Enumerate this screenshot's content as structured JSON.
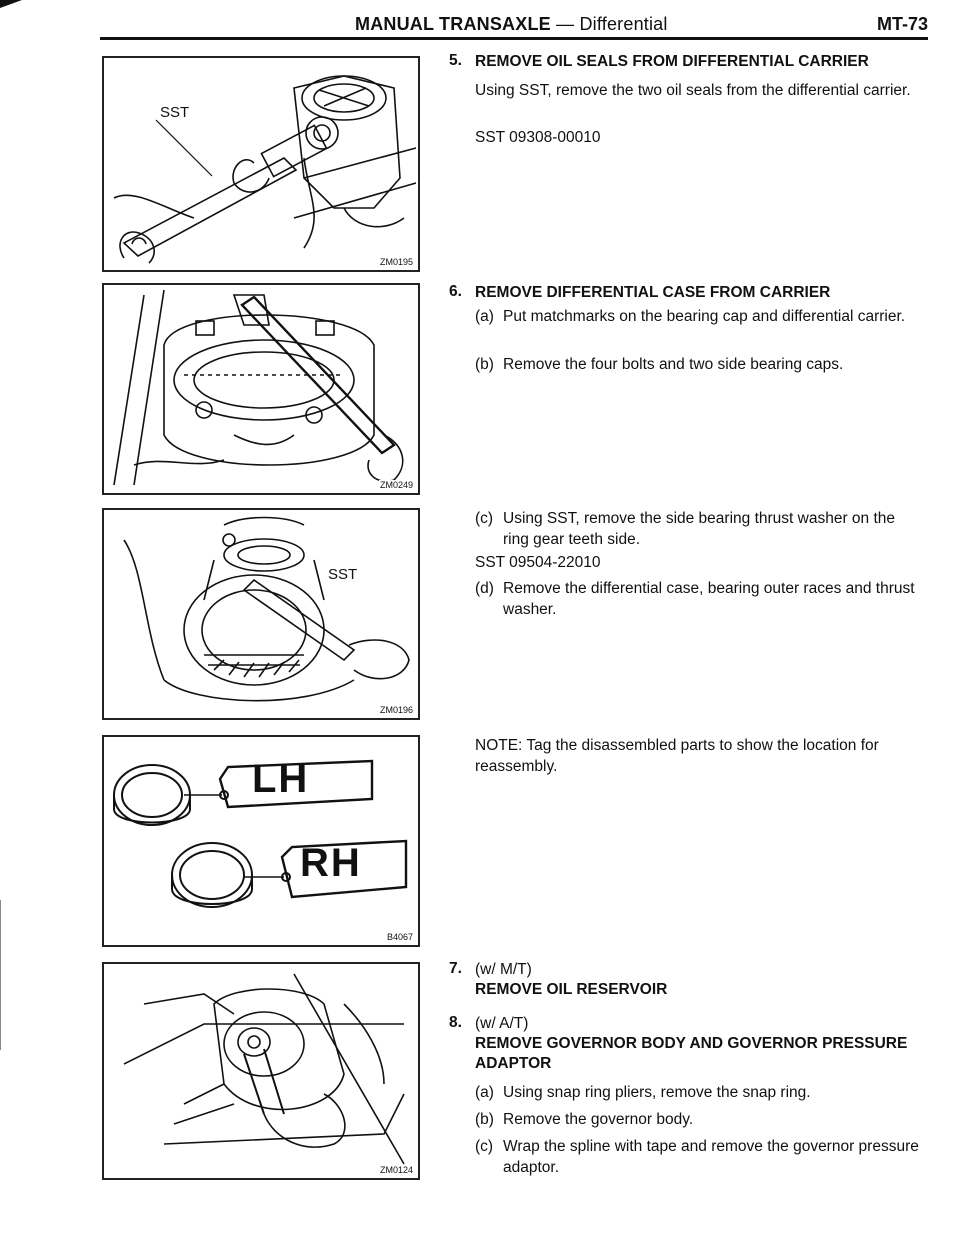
{
  "header": {
    "title": "MANUAL TRANSAXLE",
    "separator": " — ",
    "subtitle": "Differential",
    "page": "MT-73"
  },
  "figures": [
    {
      "code": "ZM0195",
      "label": "SST",
      "icon": "sst-tool-removing-oil-seal-illustration"
    },
    {
      "code": "ZM0249",
      "icon": "matchmarks-bearing-cap-illustration"
    },
    {
      "code": "ZM0196",
      "label": "SST",
      "icon": "sst-remove-thrust-washer-illustration"
    },
    {
      "code": "B4067",
      "tag_lh": "LH",
      "tag_rh": "RH",
      "icon": "tagged-bearing-races-illustration"
    },
    {
      "code": "ZM0124",
      "icon": "snap-ring-pliers-governor-illustration"
    }
  ],
  "steps": {
    "s5": {
      "num": "5.",
      "title": "REMOVE OIL SEALS FROM DIFFERENTIAL CARRIER",
      "body": "Using SST, remove the two oil seals from the differential carrier.",
      "sst": "SST 09308-00010"
    },
    "s6": {
      "num": "6.",
      "title": "REMOVE DIFFERENTIAL CASE FROM CARRIER",
      "a_lbl": "(a)",
      "a": "Put matchmarks on the bearing cap and differential carrier.",
      "b_lbl": "(b)",
      "b": "Remove the four bolts and two side bearing caps.",
      "c_lbl": "(c)",
      "c": "Using SST, remove the side bearing thrust washer on the ring gear teeth side.",
      "sst": "SST 09504-22010",
      "d_lbl": "(d)",
      "d": "Remove the differential case, bearing outer races and thrust washer.",
      "note": "NOTE:   Tag the disassembled parts to show the location for reassembly."
    },
    "s7": {
      "num": "7.",
      "title_line1": "(w/ M/T)",
      "title_line2": "REMOVE OIL RESERVOIR"
    },
    "s8": {
      "num": "8.",
      "title_line1": "(w/ A/T)",
      "title_line2": "REMOVE GOVERNOR BODY AND GOVERNOR PRESSURE ADAPTOR",
      "a_lbl": "(a)",
      "a": "Using snap ring pliers, remove the snap ring.",
      "b_lbl": "(b)",
      "b": "Remove the governor body.",
      "c_lbl": "(c)",
      "c": "Wrap the spline with tape and remove the governor pressure adaptor."
    }
  }
}
